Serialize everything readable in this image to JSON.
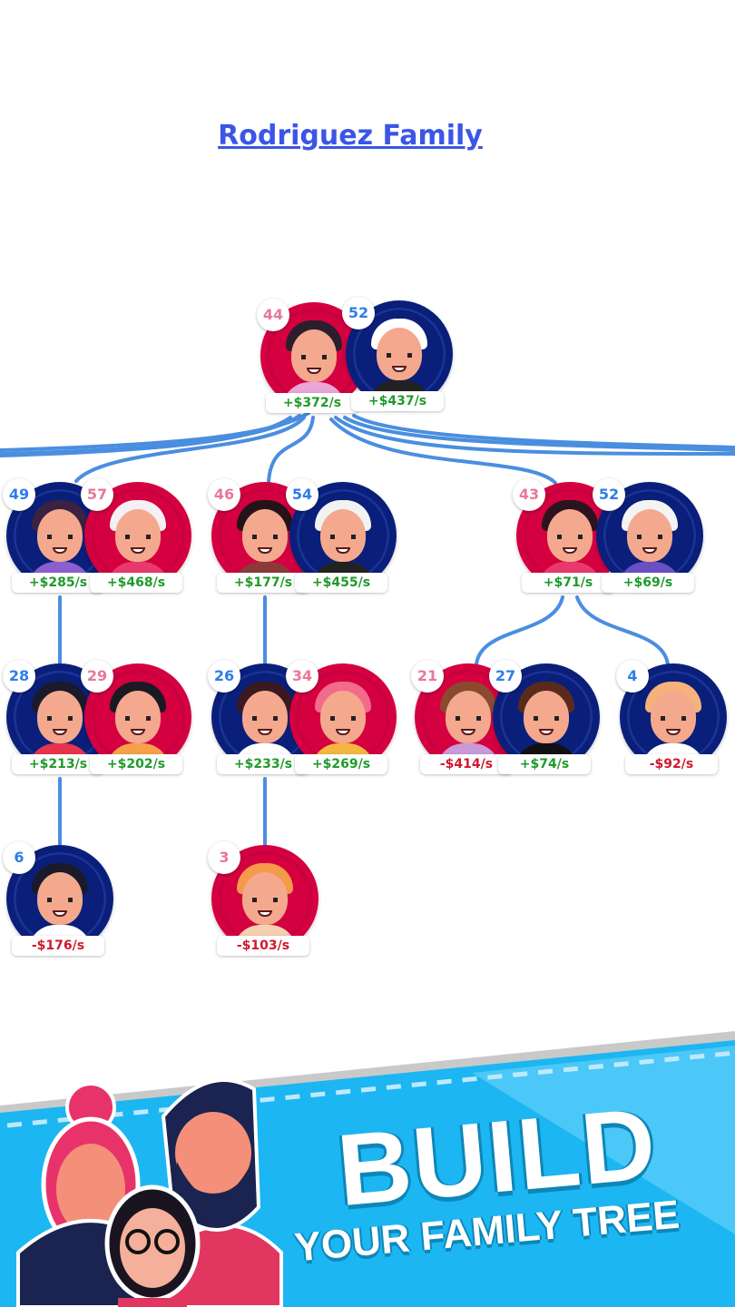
{
  "title": "Rodriguez Family",
  "colors": {
    "accent": "#3b55e6",
    "female": "#d4003f",
    "male": "#0a1f7a",
    "positive": "#1f9a2a",
    "negative": "#d0182e",
    "link": "#4a8ee0"
  },
  "members": [
    {
      "id": "p1",
      "age": "44",
      "gender": "f",
      "earnings": "+$372/s",
      "hair": "#2b1f2e",
      "shirt": "#e9a6d6"
    },
    {
      "id": "p2",
      "age": "52",
      "gender": "m",
      "earnings": "+$437/s",
      "hair": "#ffffff",
      "shirt": "#222222"
    },
    {
      "id": "p3",
      "age": "49",
      "gender": "m",
      "earnings": "+$285/s",
      "hair": "#3a2240",
      "shirt": "#8c5fd1"
    },
    {
      "id": "p4",
      "age": "57",
      "gender": "f",
      "earnings": "+$468/s",
      "hair": "#f4f0f4",
      "shirt": "#e83a6a"
    },
    {
      "id": "p5",
      "age": "46",
      "gender": "f",
      "earnings": "+$177/s",
      "hair": "#24141a",
      "shirt": "#8a3a3a"
    },
    {
      "id": "p6",
      "age": "54",
      "gender": "m",
      "earnings": "+$455/s",
      "hair": "#f2f2f2",
      "shirt": "#222222"
    },
    {
      "id": "p7",
      "age": "43",
      "gender": "f",
      "earnings": "+$71/s",
      "hair": "#2b1420",
      "shirt": "#e83a6a"
    },
    {
      "id": "p8",
      "age": "52",
      "gender": "m",
      "earnings": "+$69/s",
      "hair": "#f4f4f4",
      "shirt": "#6a4fc4"
    },
    {
      "id": "p9",
      "age": "28",
      "gender": "m",
      "earnings": "+$213/s",
      "hair": "#1a1a2a",
      "shirt": "#e8334f"
    },
    {
      "id": "p10",
      "age": "29",
      "gender": "f",
      "earnings": "+$202/s",
      "hair": "#1a1a22",
      "shirt": "#f5a14a"
    },
    {
      "id": "p11",
      "age": "26",
      "gender": "m",
      "earnings": "+$233/s",
      "hair": "#3a1a20",
      "shirt": "#ffffff"
    },
    {
      "id": "p12",
      "age": "34",
      "gender": "f",
      "earnings": "+$269/s",
      "hair": "#f26b8a",
      "shirt": "#f5b640"
    },
    {
      "id": "p13",
      "age": "21",
      "gender": "f",
      "earnings": "-$414/s",
      "hair": "#8a4a30",
      "shirt": "#c89ad8"
    },
    {
      "id": "p14",
      "age": "27",
      "gender": "m",
      "earnings": "+$74/s",
      "hair": "#5a2a1a",
      "shirt": "#111111"
    },
    {
      "id": "p15",
      "age": "4",
      "gender": "m",
      "earnings": "-$92/s",
      "hair": "#f5b27a",
      "shirt": "#ffffff"
    },
    {
      "id": "p16",
      "age": "6",
      "gender": "m",
      "earnings": "-$176/s",
      "hair": "#1a1a2a",
      "shirt": "#ffffff"
    },
    {
      "id": "p17",
      "age": "3",
      "gender": "f",
      "earnings": "-$103/s",
      "hair": "#f59a4a",
      "shirt": "#f4d0b0"
    }
  ],
  "banner": {
    "headline": "BUILD",
    "subline": "YOUR FAMILY TREE"
  }
}
